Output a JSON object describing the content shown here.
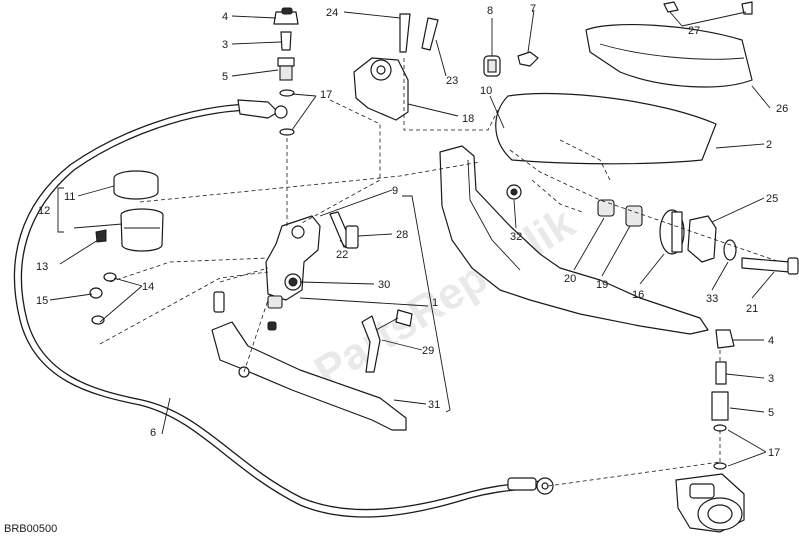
{
  "diagram_code": "BRB00500",
  "watermark": "PartsRepublik",
  "labels": {
    "l1": "1",
    "l2": "2",
    "l3": "3",
    "l3b": "3",
    "l4": "4",
    "l4b": "4",
    "l5": "5",
    "l5b": "5",
    "l6": "6",
    "l7": "7",
    "l8": "8",
    "l9": "9",
    "l10": "10",
    "l11": "11",
    "l12": "12",
    "l13": "13",
    "l14": "14",
    "l15": "15",
    "l16": "16",
    "l17": "17",
    "l17b": "17",
    "l18": "18",
    "l19": "19",
    "l20": "20",
    "l21": "21",
    "l22": "22",
    "l23": "23",
    "l24": "24",
    "l25": "25",
    "l26": "26",
    "l27": "27",
    "l28": "28",
    "l29": "29",
    "l30": "30",
    "l31": "31",
    "l32": "32",
    "l33": "33"
  }
}
